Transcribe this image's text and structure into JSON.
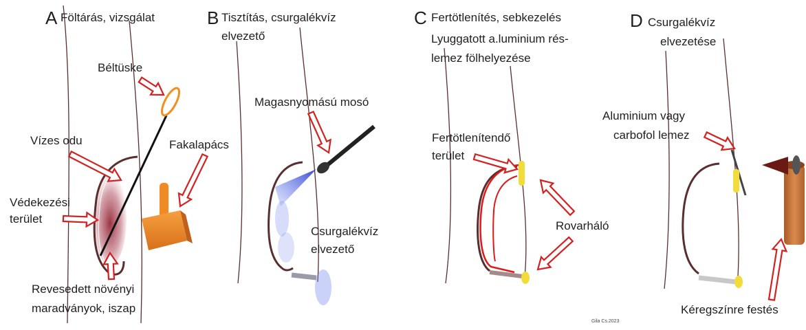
{
  "panels": {
    "a": {
      "letter": "A",
      "title": "Föltárás, vizsgálat",
      "labels": {
        "probe": "Béltüske",
        "wet_cavity": "Vízes odu",
        "mallet": "Fakalapács",
        "protect_1": "Védekezési",
        "protect_2": "terület",
        "remains_1": "Revesedett növényi",
        "remains_2": "maradványok, iszap"
      }
    },
    "b": {
      "letter": "B",
      "title_1": "Tisztítás, csurgalékvíz",
      "title_2": "elvezető",
      "labels": {
        "washer": "Magasnyomású mosó",
        "drain_1": "Csurgalékvíz",
        "drain_2": "elvezető"
      }
    },
    "c": {
      "letter": "C",
      "title_1": "Fertötlenítés, sebkezelés",
      "title_2": "Lyuggatott a.luminium rés-",
      "title_3": "lemez fölhelyezése",
      "labels": {
        "area_1": "Fertötlenítendő",
        "area_2": "terület",
        "net": "Rovarháló"
      }
    },
    "d": {
      "letter": "D",
      "title_1": "Csurgalékvíz",
      "title_2": "elvezetése",
      "labels": {
        "plate_1": "Aluminium  vagy",
        "plate_2": "carbofol lemez",
        "paint": "Kéregszínre festés"
      }
    }
  },
  "credit": "Gila Cs.2023",
  "colors": {
    "arrow_fill": "#ffffff",
    "arrow_outline": "#d42020",
    "trunk_line": "#5a2e2e",
    "mallet": "#f08a24",
    "probe_loop": "#f0901e",
    "water": "#3a4fd8",
    "disinfect": "#e01818",
    "mesh": "#f2dc3a",
    "wood_tube": "#c8763a"
  }
}
